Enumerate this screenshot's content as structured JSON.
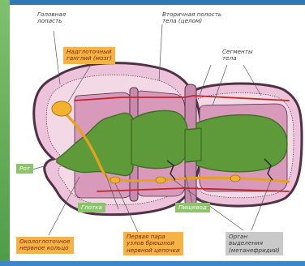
{
  "colors": {
    "body_fill": "#ecc3da",
    "body_outline": "#503046",
    "epidermis_fill": "#f3d8e6",
    "cavity_fill": "#d899bb",
    "septum_fill": "#c98bad",
    "gut_fill": "#5f9a3a",
    "gut_dark": "#3f6e26",
    "ganglion_fill": "#f2b22e",
    "vessel_color": "#c0262b",
    "nerve_color": "#e6a21d",
    "nephridium_color": "#222222",
    "leader_color": "#555555",
    "tag_orange": "#f4b247",
    "tag_green": "#8cc36b",
    "tag_grey": "#c9c9c9"
  },
  "labels": {
    "head_lobe": [
      "Головная",
      "лопасть"
    ],
    "secondary_cavity": [
      "Вторичная полость",
      "тела (целом)"
    ],
    "segments": [
      "Сегменты",
      "тела"
    ]
  },
  "tags": {
    "supraesophageal": [
      "Надглоточный",
      "ганглий (мозг)"
    ],
    "mouth": [
      "Рот"
    ],
    "pharynx": [
      "Глотка"
    ],
    "esophagus": [
      "Пищевод"
    ],
    "circumesophageal": [
      "Окологлоточное",
      "нервное кольцо"
    ],
    "ventral_ganglia": [
      "Первая пара",
      "узлов брюшной",
      "нервной цепочки"
    ],
    "excretory": [
      "Орган",
      "выделения",
      "(метанефридий)"
    ]
  },
  "icons": {
    "worm": "annelid-section-icon"
  }
}
